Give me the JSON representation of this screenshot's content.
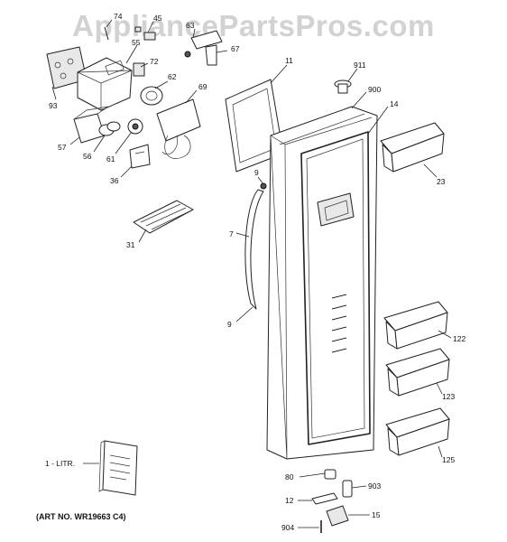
{
  "watermark": "AppliancePartsPros.com",
  "caption": "(ART NO. WR19663 C4)",
  "labels": {
    "p74": "74",
    "p45": "45",
    "p63": "63",
    "p67": "67",
    "p55": "55",
    "p72": "72",
    "p93": "93",
    "p62": "62",
    "p69": "69",
    "p57": "57",
    "p56": "56",
    "p61": "61",
    "p36": "36",
    "p11": "11",
    "p911": "911",
    "p900": "900",
    "p14": "14",
    "p23": "23",
    "p9a": "9",
    "p7": "7",
    "p31": "31",
    "p9b": "9",
    "p122": "122",
    "p123": "123",
    "p125": "125",
    "litr": "1 - LITR.",
    "p80": "80",
    "p903": "903",
    "p12": "12",
    "p15": "15",
    "p904": "904"
  }
}
